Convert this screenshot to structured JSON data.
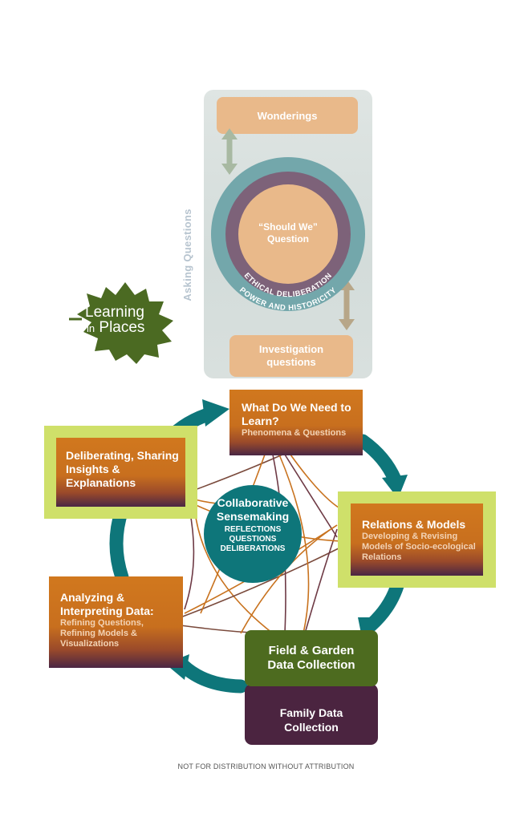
{
  "asking_questions": {
    "label": "Asking Questions",
    "wonderings": "Wonderings",
    "should_we": "“Should We” Question",
    "ethical_deliberation": "ETHICAL DELIBERATION",
    "power_historicity": "POWER AND HISTORICITY",
    "investigation": "Investigation questions"
  },
  "logo": {
    "line1": "Learning",
    "line2": "in",
    "line3": "Places"
  },
  "cycle": {
    "what": {
      "title": "What Do We Need to Learn?",
      "subtitle": "Phenomena & Questions"
    },
    "relations": {
      "title": "Relations & Models",
      "subtitle": "Developing & Revising Models of Socio-ecological Relations"
    },
    "field": {
      "title": "Field & Garden Data Collection"
    },
    "family": {
      "title": "Family Data Collection"
    },
    "analyzing": {
      "title": "Analyzing & Interpreting Data:",
      "subtitle": "Refining Questions, Refining Models & Visualizations"
    },
    "deliberating": {
      "title": "Deliberating, Sharing Insights & Explanations"
    },
    "center": {
      "title": "Collaborative Sensemaking",
      "line1": "REFLECTIONS",
      "line2": "QUESTIONS",
      "line3": "DELIBERATIONS"
    }
  },
  "colors": {
    "teal": "#0e767a",
    "orange": "#c8721e",
    "green": "#4d6b1f",
    "purple": "#4b2440",
    "lime": "#cfe06a",
    "peach": "#e9b98a"
  },
  "footer": "NOT FOR DISTRIBUTION WITHOUT ATTRIBUTION"
}
